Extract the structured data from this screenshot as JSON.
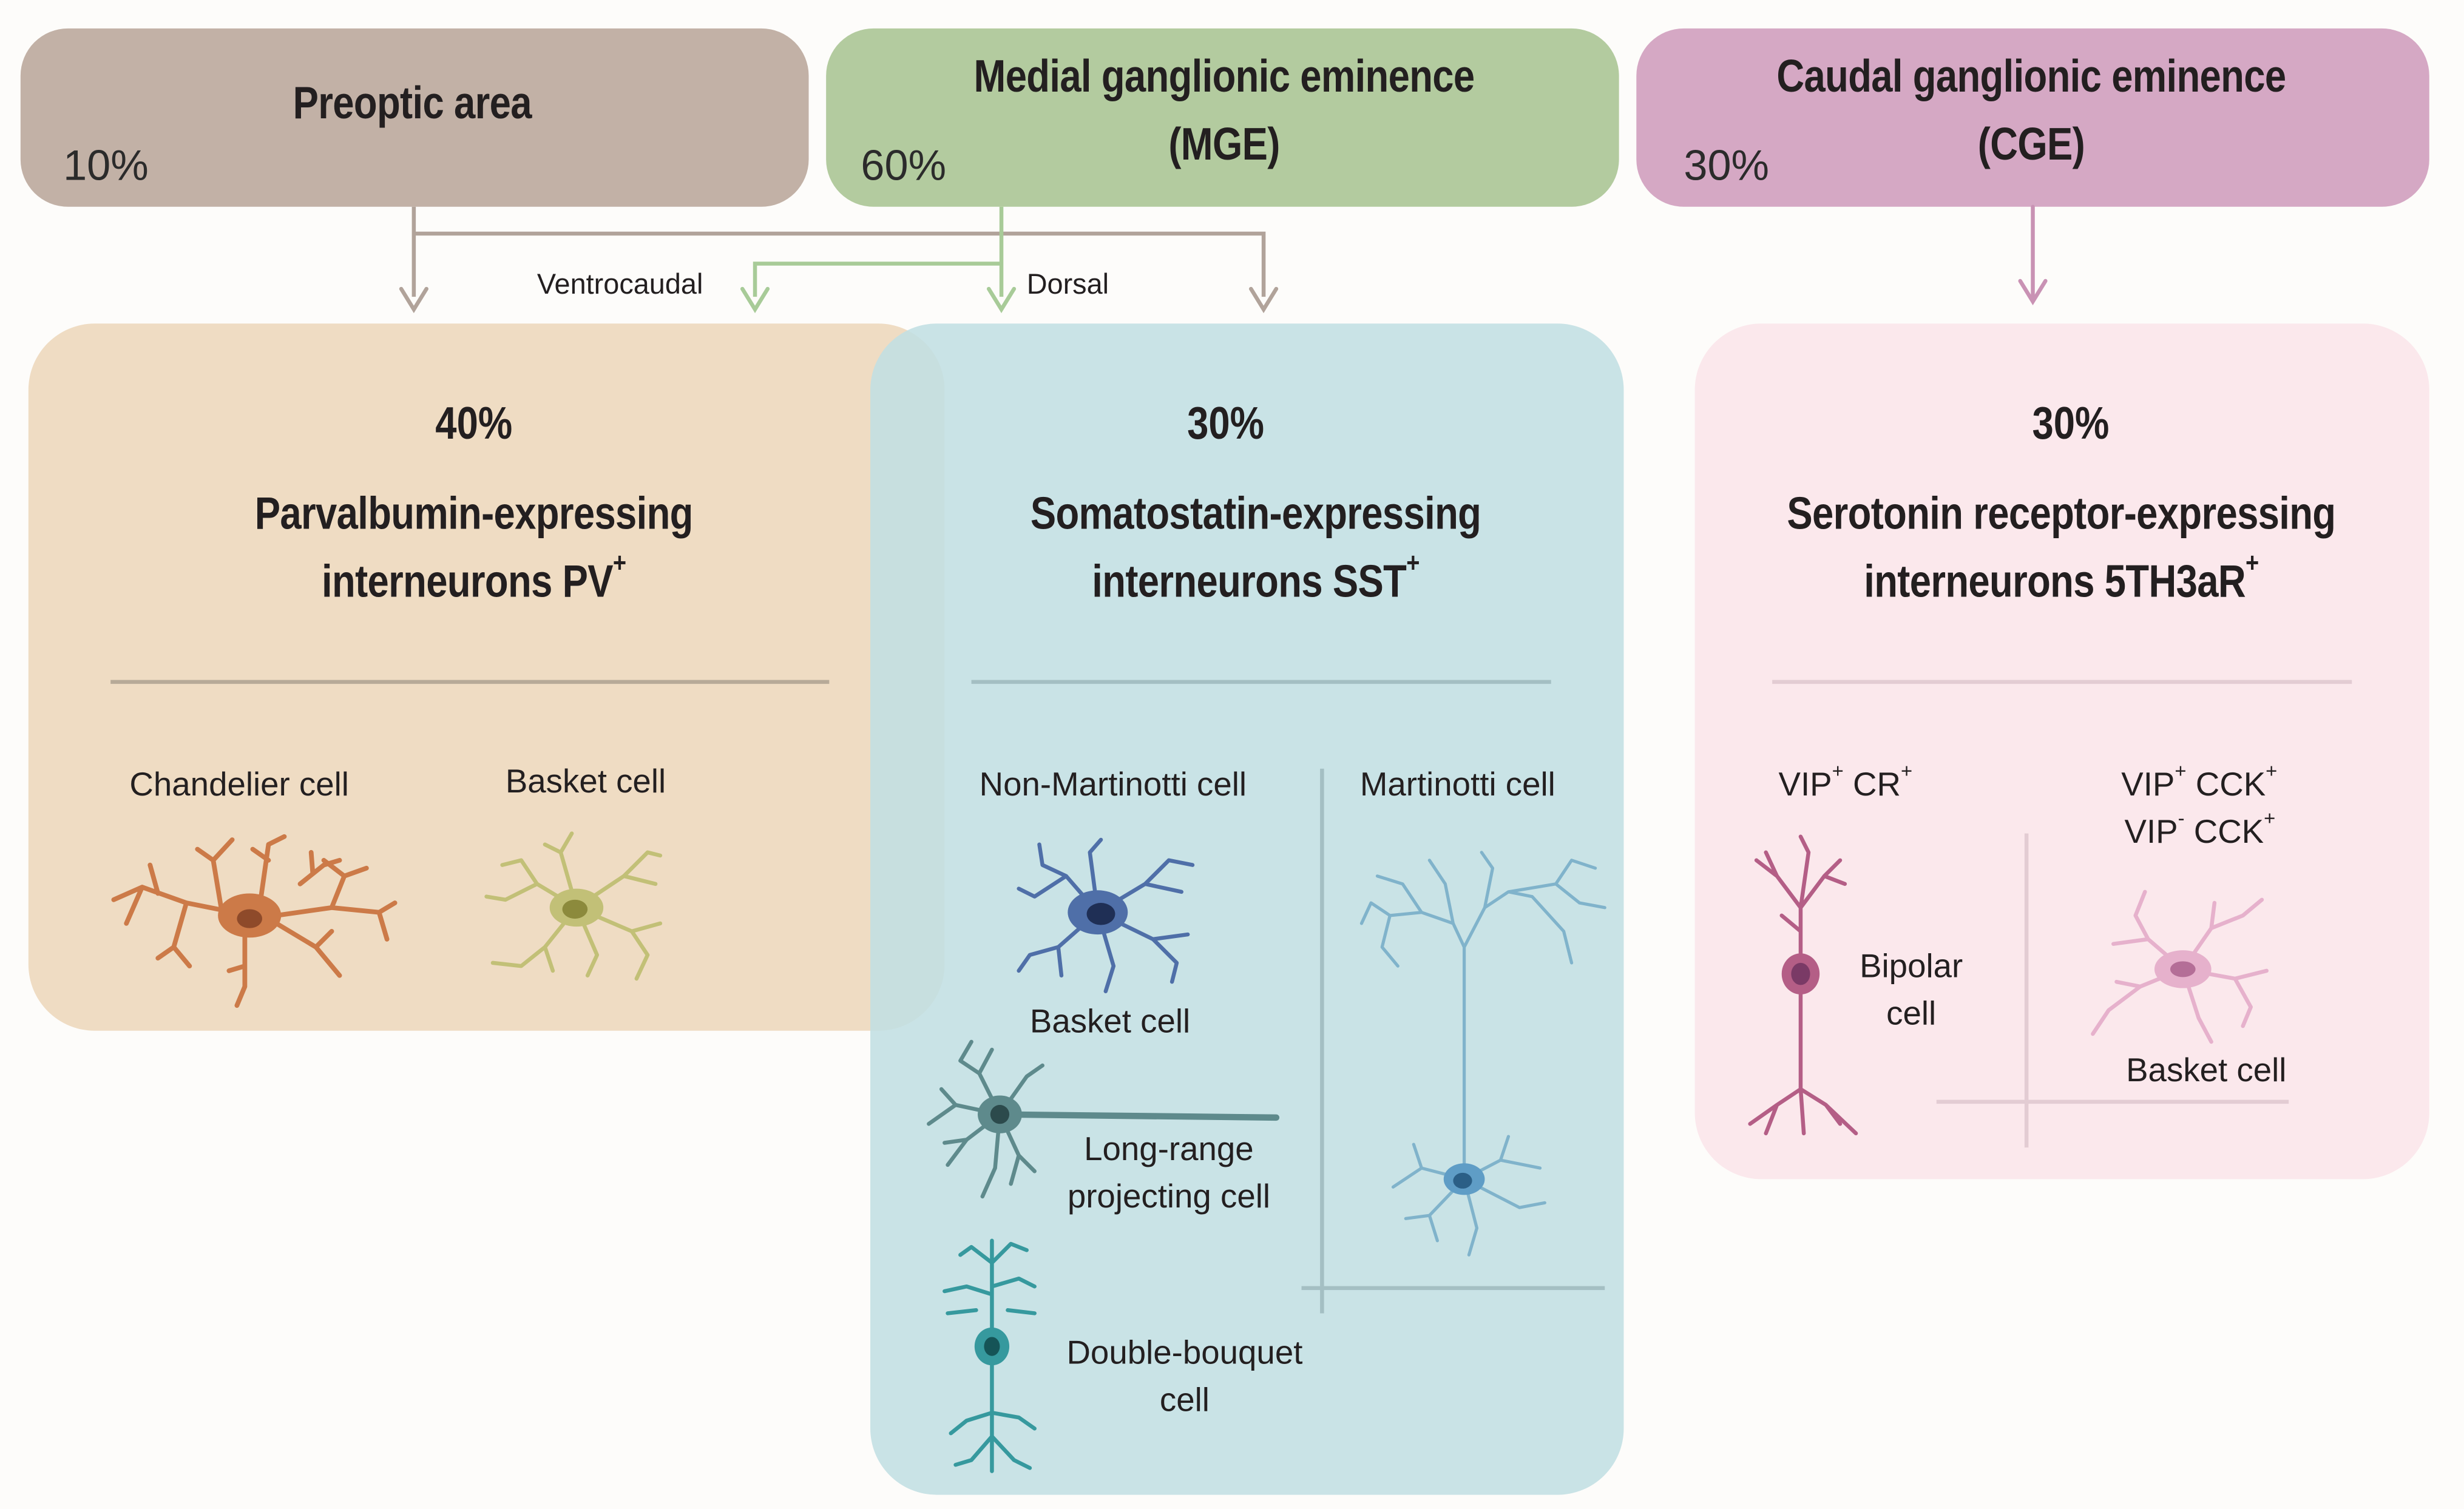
{
  "sources": {
    "preoptic": {
      "title": "Preoptic area",
      "percent": "10%"
    },
    "mge": {
      "title_line1": "Medial ganglionic eminence",
      "title_line2": "(MGE)",
      "percent": "60%"
    },
    "cge": {
      "title_line1": "Caudal ganglionic eminence",
      "title_line2": "(CGE)",
      "percent": "30%"
    }
  },
  "arrow_labels": {
    "ventrocaudal": "Ventrocaudal",
    "dorsal": "Dorsal"
  },
  "groups": {
    "pv": {
      "percent": "40%",
      "title_line1": "Parvalbumin-expressing",
      "title_line2": "interneurons PV",
      "title_sup": "+",
      "cells": {
        "chandelier": "Chandelier cell",
        "basket": "Basket cell"
      }
    },
    "sst": {
      "percent": "30%",
      "title_line1": "Somatostatin-expressing",
      "title_line2": "interneurons SST",
      "title_sup": "+",
      "non_martinotti": "Non-Martinotti cell",
      "martinotti": "Martinotti cell",
      "cells": {
        "basket": "Basket cell",
        "long_range_line1": "Long-range",
        "long_range_line2": "projecting cell",
        "double_bouquet_line1": "Double-bouquet",
        "double_bouquet_line2": "cell"
      }
    },
    "serotonin": {
      "percent": "30%",
      "title_line1": "Serotonin receptor-expressing",
      "title_line2": "interneurons 5TH3aR",
      "title_sup": "+",
      "vip_cr": {
        "a": "VIP",
        "a_sup": "+",
        "b": " CR",
        "b_sup": "+"
      },
      "vip_cck_1": {
        "a": "VIP",
        "a_sup": "+",
        "b": " CCK",
        "b_sup": "+"
      },
      "vip_cck_2": {
        "a": "VIP",
        "a_sup": "-",
        "b": " CCK",
        "b_sup": "+"
      },
      "cells": {
        "bipolar_line1": "Bipolar",
        "bipolar_line2": "cell",
        "basket": "Basket cell"
      }
    }
  },
  "colors": {
    "preoptic": "#c2b1a6",
    "mge": "#b3cb9f",
    "cge": "#d5a8c4",
    "pv_bg": "#efdcc3",
    "sst_bg": "#c9e2e5",
    "serotonin_bg": "#fbe8ec",
    "arrow_tan": "#b1a39a",
    "arrow_green": "#a8cb98",
    "arrow_pink": "#c992b4",
    "chandelier": "#cc7a48",
    "pv_basket": "#c2c077",
    "sst_basket": "#4f6fa8",
    "long_range": "#5e8a8c",
    "double_bouquet": "#36999e",
    "martinotti": "#80b3cb",
    "bipolar": "#b45e86",
    "cge_basket": "#e6b1cc"
  }
}
